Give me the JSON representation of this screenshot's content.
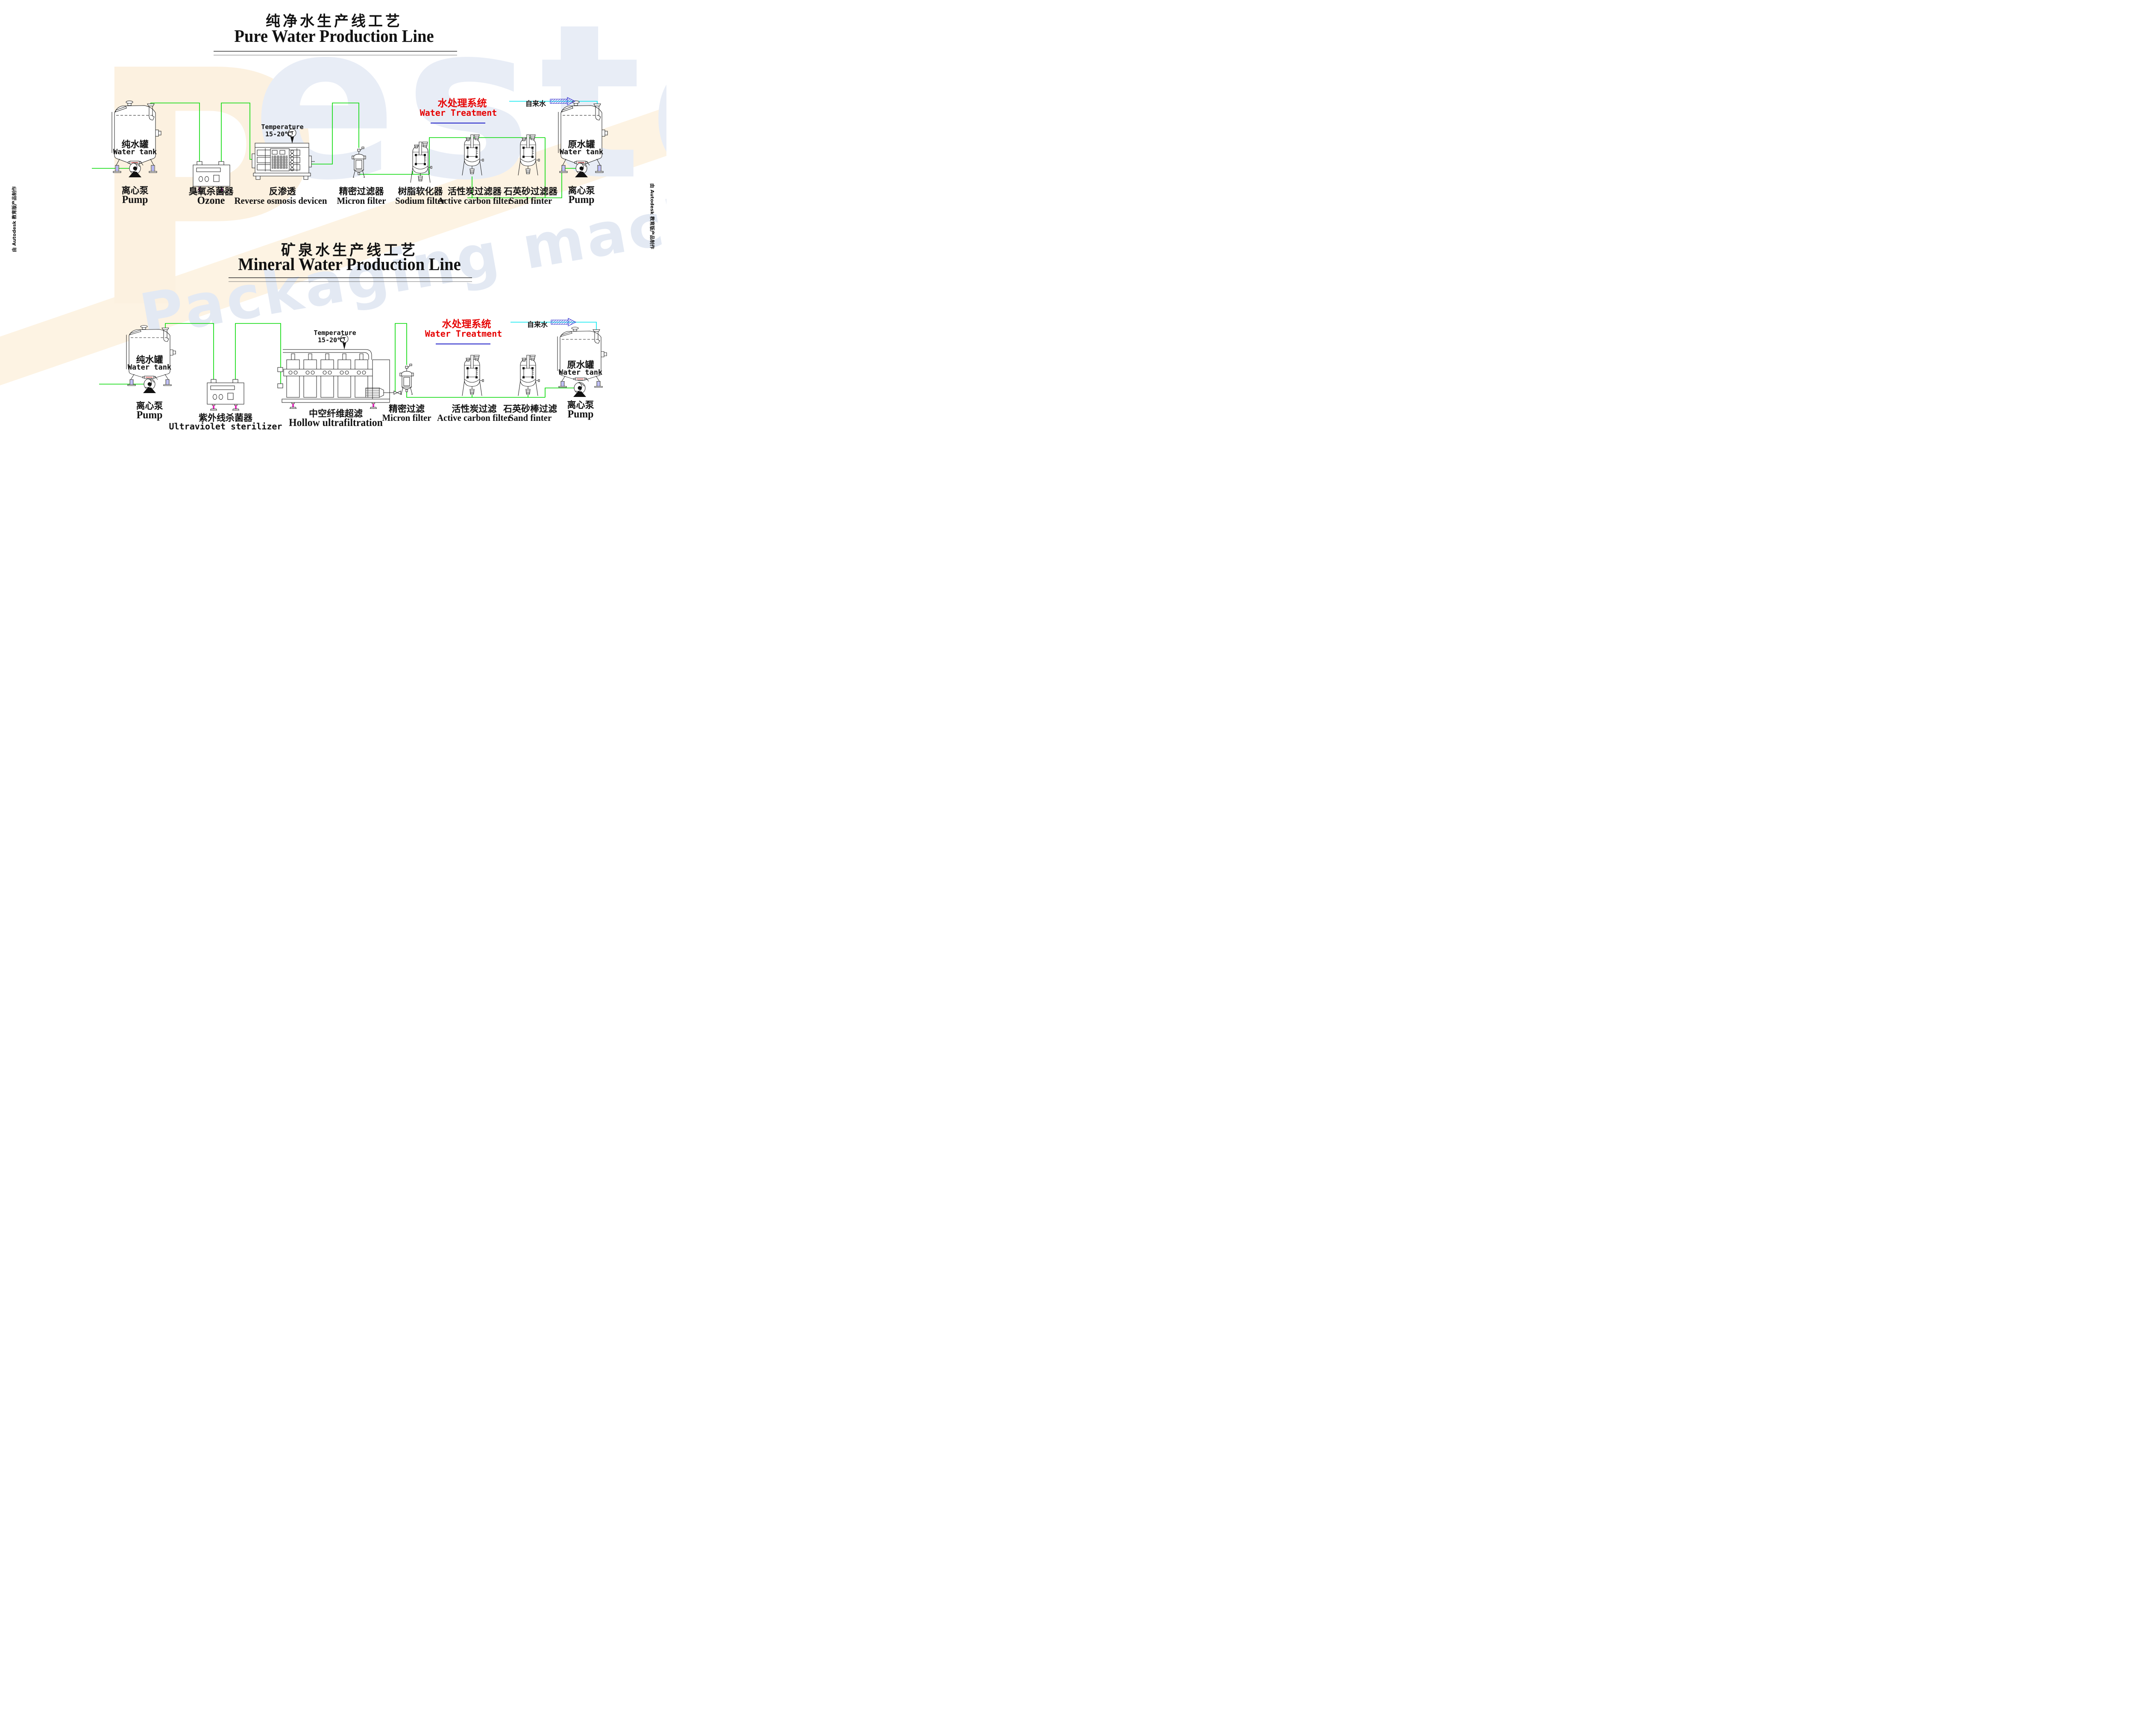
{
  "watermark": {
    "letter_p": "P",
    "letters_esto": "esto",
    "tagline": "Packaging machinery"
  },
  "footnotes": {
    "left_vertical": "由 Autodesk 教育版产品制作",
    "right_vertical": "由 Autodesk 教育版产品制作"
  },
  "pure_water_line": {
    "title_zh": "纯净水生产线工艺",
    "title_en": "Pure Water Production Line",
    "system_label_zh": "水处理系统",
    "system_label_en": "Water Treatment",
    "tap_water_label": "自来水",
    "temperature": {
      "line1": "Temperature",
      "line2": "15-20℃",
      "symbol": "T"
    },
    "equipment": {
      "pure_tank": {
        "zh": "纯水罐",
        "en": "Water tank"
      },
      "pump_left": {
        "zh": "离心泵",
        "en": "Pump"
      },
      "ozone": {
        "zh": "臭氧杀菌器",
        "en": "Ozone"
      },
      "reverse_osmosis": {
        "zh": "反渗透",
        "en": "Reverse osmosis devicen"
      },
      "micron_filter": {
        "zh": "精密过滤器",
        "en": "Micron filter"
      },
      "sodium_filter": {
        "zh": "树脂软化器",
        "en": "Sodium filter"
      },
      "active_carbon_filter": {
        "zh": "活性炭过滤器",
        "en": "Active carbon filter"
      },
      "sand_filter": {
        "zh": "石英砂过滤器",
        "en": "Sand finter"
      },
      "raw_tank": {
        "zh": "原水罐",
        "en": "Water tank"
      },
      "pump_right": {
        "zh": "离心泵",
        "en": "Pump"
      }
    }
  },
  "mineral_water_line": {
    "title_zh": "矿泉水生产线工艺",
    "title_en": "Mineral Water Production Line",
    "system_label_zh": "水处理系统",
    "system_label_en": "Water Treatment",
    "tap_water_label": "自来水",
    "temperature": {
      "line1": "Temperature",
      "line2": "15-20℃",
      "symbol": "T"
    },
    "equipment": {
      "pure_tank": {
        "zh": "纯水罐",
        "en": "Water tank"
      },
      "pump_left": {
        "zh": "离心泵",
        "en": "Pump"
      },
      "uv_sterilizer": {
        "zh": "紫外线杀菌器",
        "en": "Ultraviolet sterilizer"
      },
      "hollow_ultrafiltration": {
        "zh": "中空纤维超滤",
        "en": "Hollow ultrafiltration"
      },
      "micron_filter": {
        "zh": "精密过滤",
        "en": "Micron filter"
      },
      "active_carbon_filter": {
        "zh": "活性炭过滤",
        "en": "Active carbon filter"
      },
      "sand_filter": {
        "zh": "石英砂棒过滤",
        "en": "Sand finter"
      },
      "raw_tank": {
        "zh": "原水罐",
        "en": "Water tank"
      },
      "pump_right": {
        "zh": "离心泵",
        "en": "Pump"
      }
    }
  },
  "colors": {
    "pipe_green": "#00d900",
    "tap_cyan": "#00e8f0",
    "accent_red": "#e60000",
    "arrow_blue": "#2a2ace",
    "underline_blue": "#2020c8",
    "foot_magenta": "#e833e8",
    "watermark_beige": "#fdf3e3",
    "watermark_blue": "#e4eaf4"
  }
}
